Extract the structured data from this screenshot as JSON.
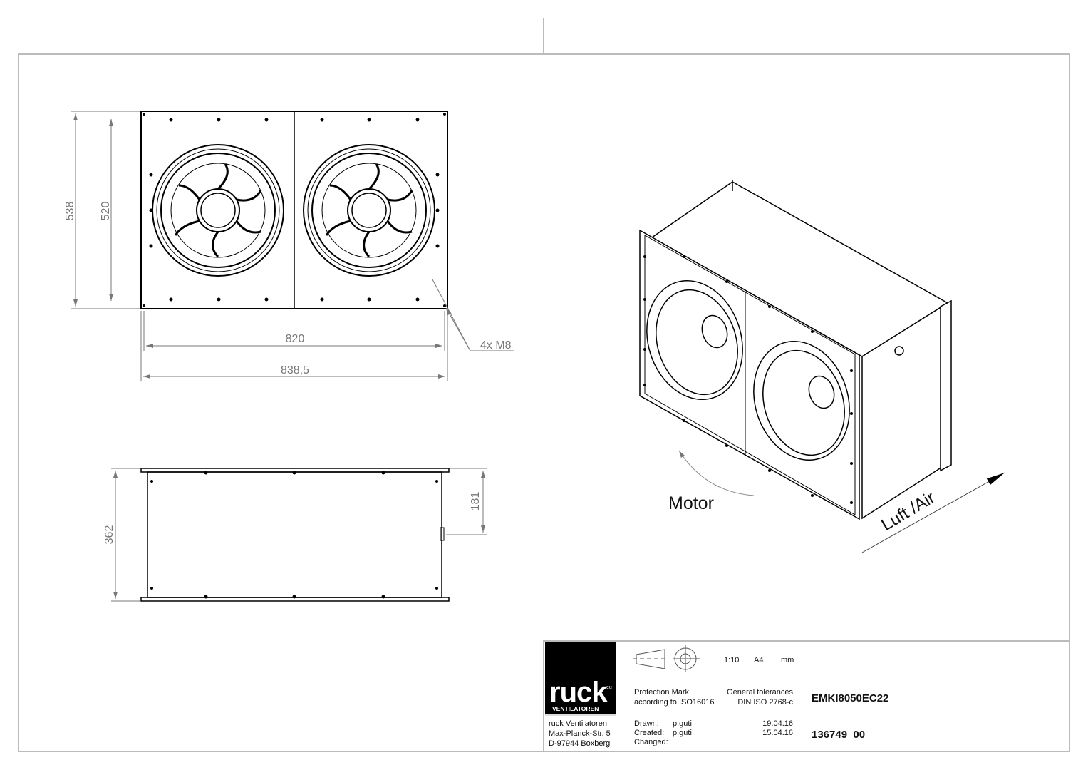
{
  "front_view": {
    "dim_height_outer": "538",
    "dim_height_inner": "520",
    "dim_width_inner": "820",
    "dim_width_outer": "838,5",
    "hole_callout": "4x M8"
  },
  "side_view": {
    "dim_depth": "362",
    "dim_half_depth": "181"
  },
  "iso_view": {
    "motor_label": "Motor",
    "airflow_label": "Luft /Air"
  },
  "title_block": {
    "logo_text": "ruck",
    "logo_suffix": ".eu",
    "logo_subtitle": "VENTILATOREN",
    "company_name": "ruck Ventilatoren",
    "street": "Max-Planck-Str. 5",
    "city": "D-97944 Boxberg",
    "scale": "1:10",
    "paper": "A4",
    "units": "mm",
    "protection_line1": "Protection Mark",
    "protection_line2": "according to ISO16016",
    "tolerance_line1": "General tolerances",
    "tolerance_line2": "DIN ISO 2768-c",
    "drawn_label": "Drawn:",
    "drawn_by": "p.guti",
    "drawn_date": "19.04.16",
    "created_label": "Created:",
    "created_by": "p.guti",
    "created_date": "15.04.16",
    "changed_label": "Changed:",
    "part_name": "EMKI8050EC22",
    "part_number": "136749  00"
  }
}
